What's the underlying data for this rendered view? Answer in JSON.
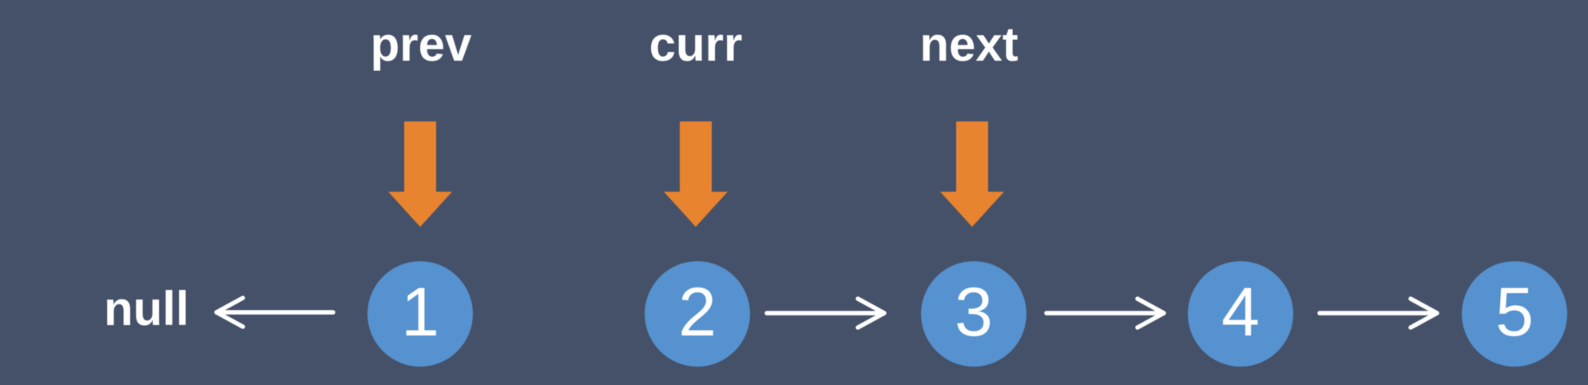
{
  "diagram_title": "linked-list-reversal-step",
  "background_color": "#455169",
  "node_color": "#5592cf",
  "pointer_arrow_color": "#e8832f",
  "link_arrow_color": "#ffffff",
  "text_color": "#ffffff",
  "null_label": "null",
  "pointers": [
    {
      "label": "prev",
      "target_node": "1"
    },
    {
      "label": "curr",
      "target_node": "2"
    },
    {
      "label": "next",
      "target_node": "3"
    }
  ],
  "nodes": [
    {
      "value": "1"
    },
    {
      "value": "2"
    },
    {
      "value": "3"
    },
    {
      "value": "4"
    },
    {
      "value": "5"
    }
  ],
  "links": [
    {
      "from": "1",
      "to": "null",
      "direction": "left"
    },
    {
      "from": "2",
      "to": "3",
      "direction": "right"
    },
    {
      "from": "3",
      "to": "4",
      "direction": "right"
    },
    {
      "from": "4",
      "to": "5",
      "direction": "right"
    }
  ]
}
